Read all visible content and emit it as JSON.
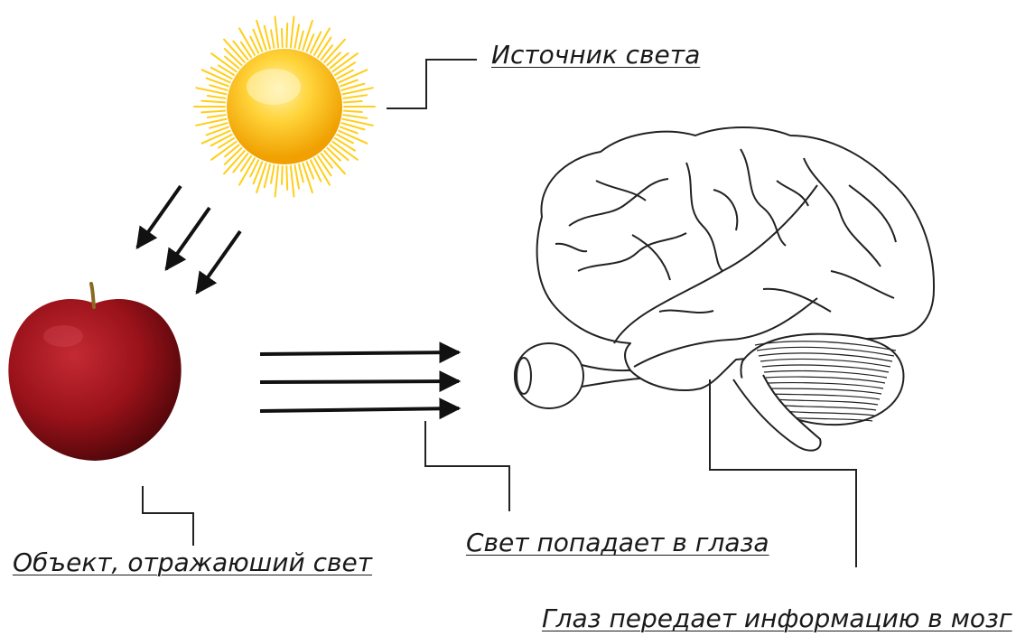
{
  "labels": {
    "light_source": "Источник света",
    "object": "Объект, отражаюший свет",
    "light_to_eyes": "Свет попадает в глаза",
    "eye_to_brain": "Глаз передает информацию в мозг"
  },
  "icons": {
    "sun": "sun-icon",
    "apple": "apple-icon",
    "brain": "brain-icon",
    "eye": "eye-icon"
  },
  "colors": {
    "sun_core": "#f5b400",
    "sun_rays": "#ffd21e",
    "apple": "#a3141c",
    "apple_dark": "#5e0a0e",
    "outline": "#1a1a1a"
  }
}
